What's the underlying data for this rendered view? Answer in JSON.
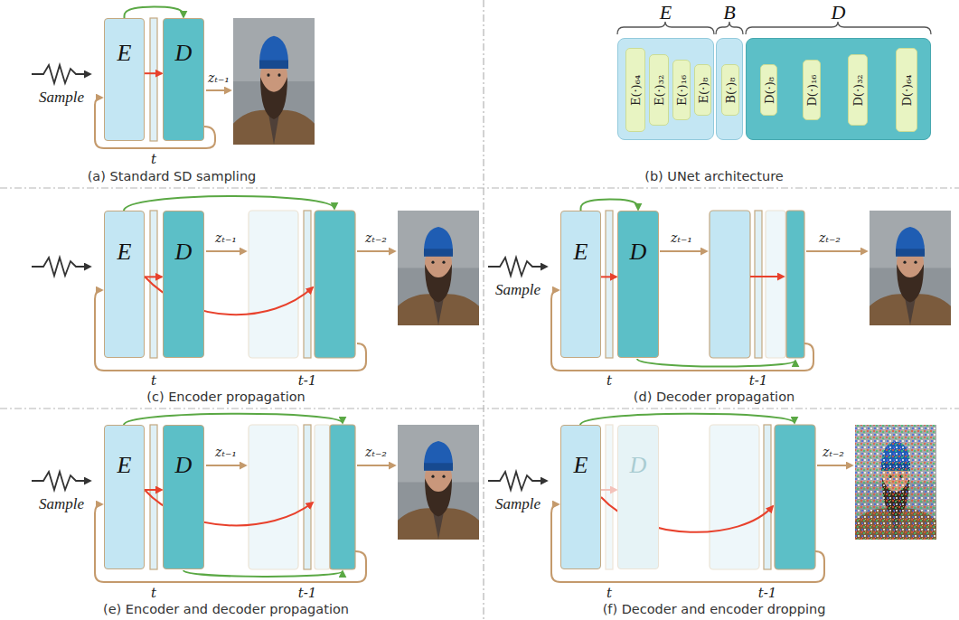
{
  "diagram": {
    "nodes": [
      {
        "text": [
          "E"
        ]
      },
      {
        "text": [
          "D"
        ]
      },
      {
        "text": [
          "E"
        ]
      },
      {
        "text": [
          "E(·)₆₄"
        ],
        "in": 2
      },
      {
        "text": [
          "E(·)₃₂"
        ],
        "in": 2
      },
      {
        "text": [
          "E(·)₁₆"
        ],
        "in": 2
      },
      {
        "text": [
          "E(·)₈"
        ],
        "in": 2
      },
      {
        "text": [
          "B"
        ]
      },
      {
        "text": [
          "B(·)₈"
        ],
        "in": 7
      },
      {
        "text": [
          "D"
        ]
      },
      {
        "text": [
          "D(·)₈"
        ],
        "in": 9
      },
      {
        "text": [
          "D(·)₁₆"
        ],
        "in": 9
      },
      {
        "text": [
          "D(·)₃₂"
        ],
        "in": 9
      },
      {
        "text": [
          "D(·)₆₄"
        ],
        "in": 9
      },
      {
        "text": [
          "E"
        ]
      },
      {
        "text": [
          "D"
        ]
      },
      {
        "text": [
          "E"
        ]
      },
      {
        "text": [
          "D"
        ]
      },
      {
        "text": [
          "E"
        ]
      },
      {
        "text": [
          "D"
        ]
      },
      {
        "text": [
          "E"
        ]
      },
      {
        "text": [
          "D"
        ]
      }
    ],
    "edges": [
      {
        "from": 0,
        "to": 1,
        "arrow": "to"
      },
      {
        "from": 0,
        "to": 1,
        "arrow": "to"
      },
      {
        "from": 14,
        "to": 15,
        "arrow": "to"
      },
      {
        "from": 16,
        "to": 17,
        "arrow": "to"
      },
      {
        "from": 16,
        "to": 17,
        "arrow": "to"
      },
      {
        "from": 18,
        "to": 19,
        "arrow": "to"
      },
      {
        "from": 20,
        "to": 21,
        "arrow": "to"
      }
    ],
    "labels": [
      "Sample",
      "zₜ₋₁",
      "t",
      "(a) Standard SD sampling",
      "(b) UNet architecture",
      "zₜ₋₁",
      "zₜ₋₂",
      "t",
      "t-1",
      "(c) Encoder propagation",
      "Sample",
      "zₜ₋₁",
      "zₜ₋₂",
      "t",
      "t-1",
      "(d) Decoder propagation",
      "Sample",
      "zₜ₋₁",
      "zₜ₋₂",
      "t",
      "t-1",
      "(e) Encoder and decoder propagation",
      "Sample",
      "zₜ₋₂",
      "t",
      "t-1",
      "(f) Decoder and encoder dropping"
    ]
  }
}
